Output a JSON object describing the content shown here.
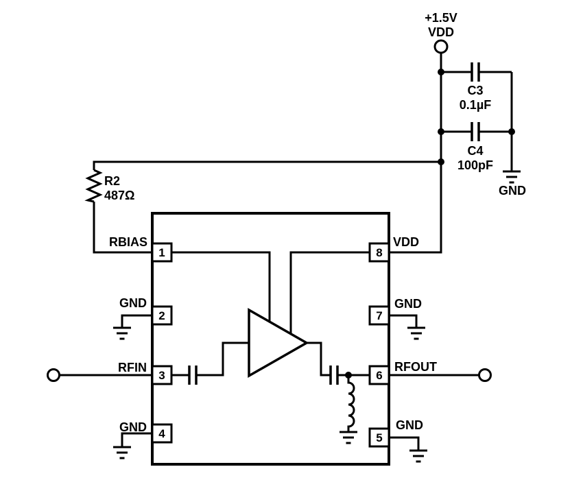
{
  "schematic": {
    "supply": {
      "voltage": "+1.5V",
      "rail": "VDD"
    },
    "resistor_r2": {
      "ref": "R2",
      "value": "487Ω"
    },
    "cap_c3": {
      "ref": "C3",
      "value": "0.1µF"
    },
    "cap_c4": {
      "ref": "C4",
      "value": "100pF"
    },
    "ground_label": "GND",
    "ic": {
      "pins": [
        {
          "number": "1",
          "name": "RBIAS"
        },
        {
          "number": "2",
          "name": "GND"
        },
        {
          "number": "3",
          "name": "RFIN"
        },
        {
          "number": "4",
          "name": "GND"
        },
        {
          "number": "5",
          "name": "GND"
        },
        {
          "number": "6",
          "name": "RFOUT"
        },
        {
          "number": "7",
          "name": "GND"
        },
        {
          "number": "8",
          "name": "VDD"
        }
      ]
    }
  },
  "colors": {
    "line": "#000000",
    "background": "#ffffff"
  }
}
